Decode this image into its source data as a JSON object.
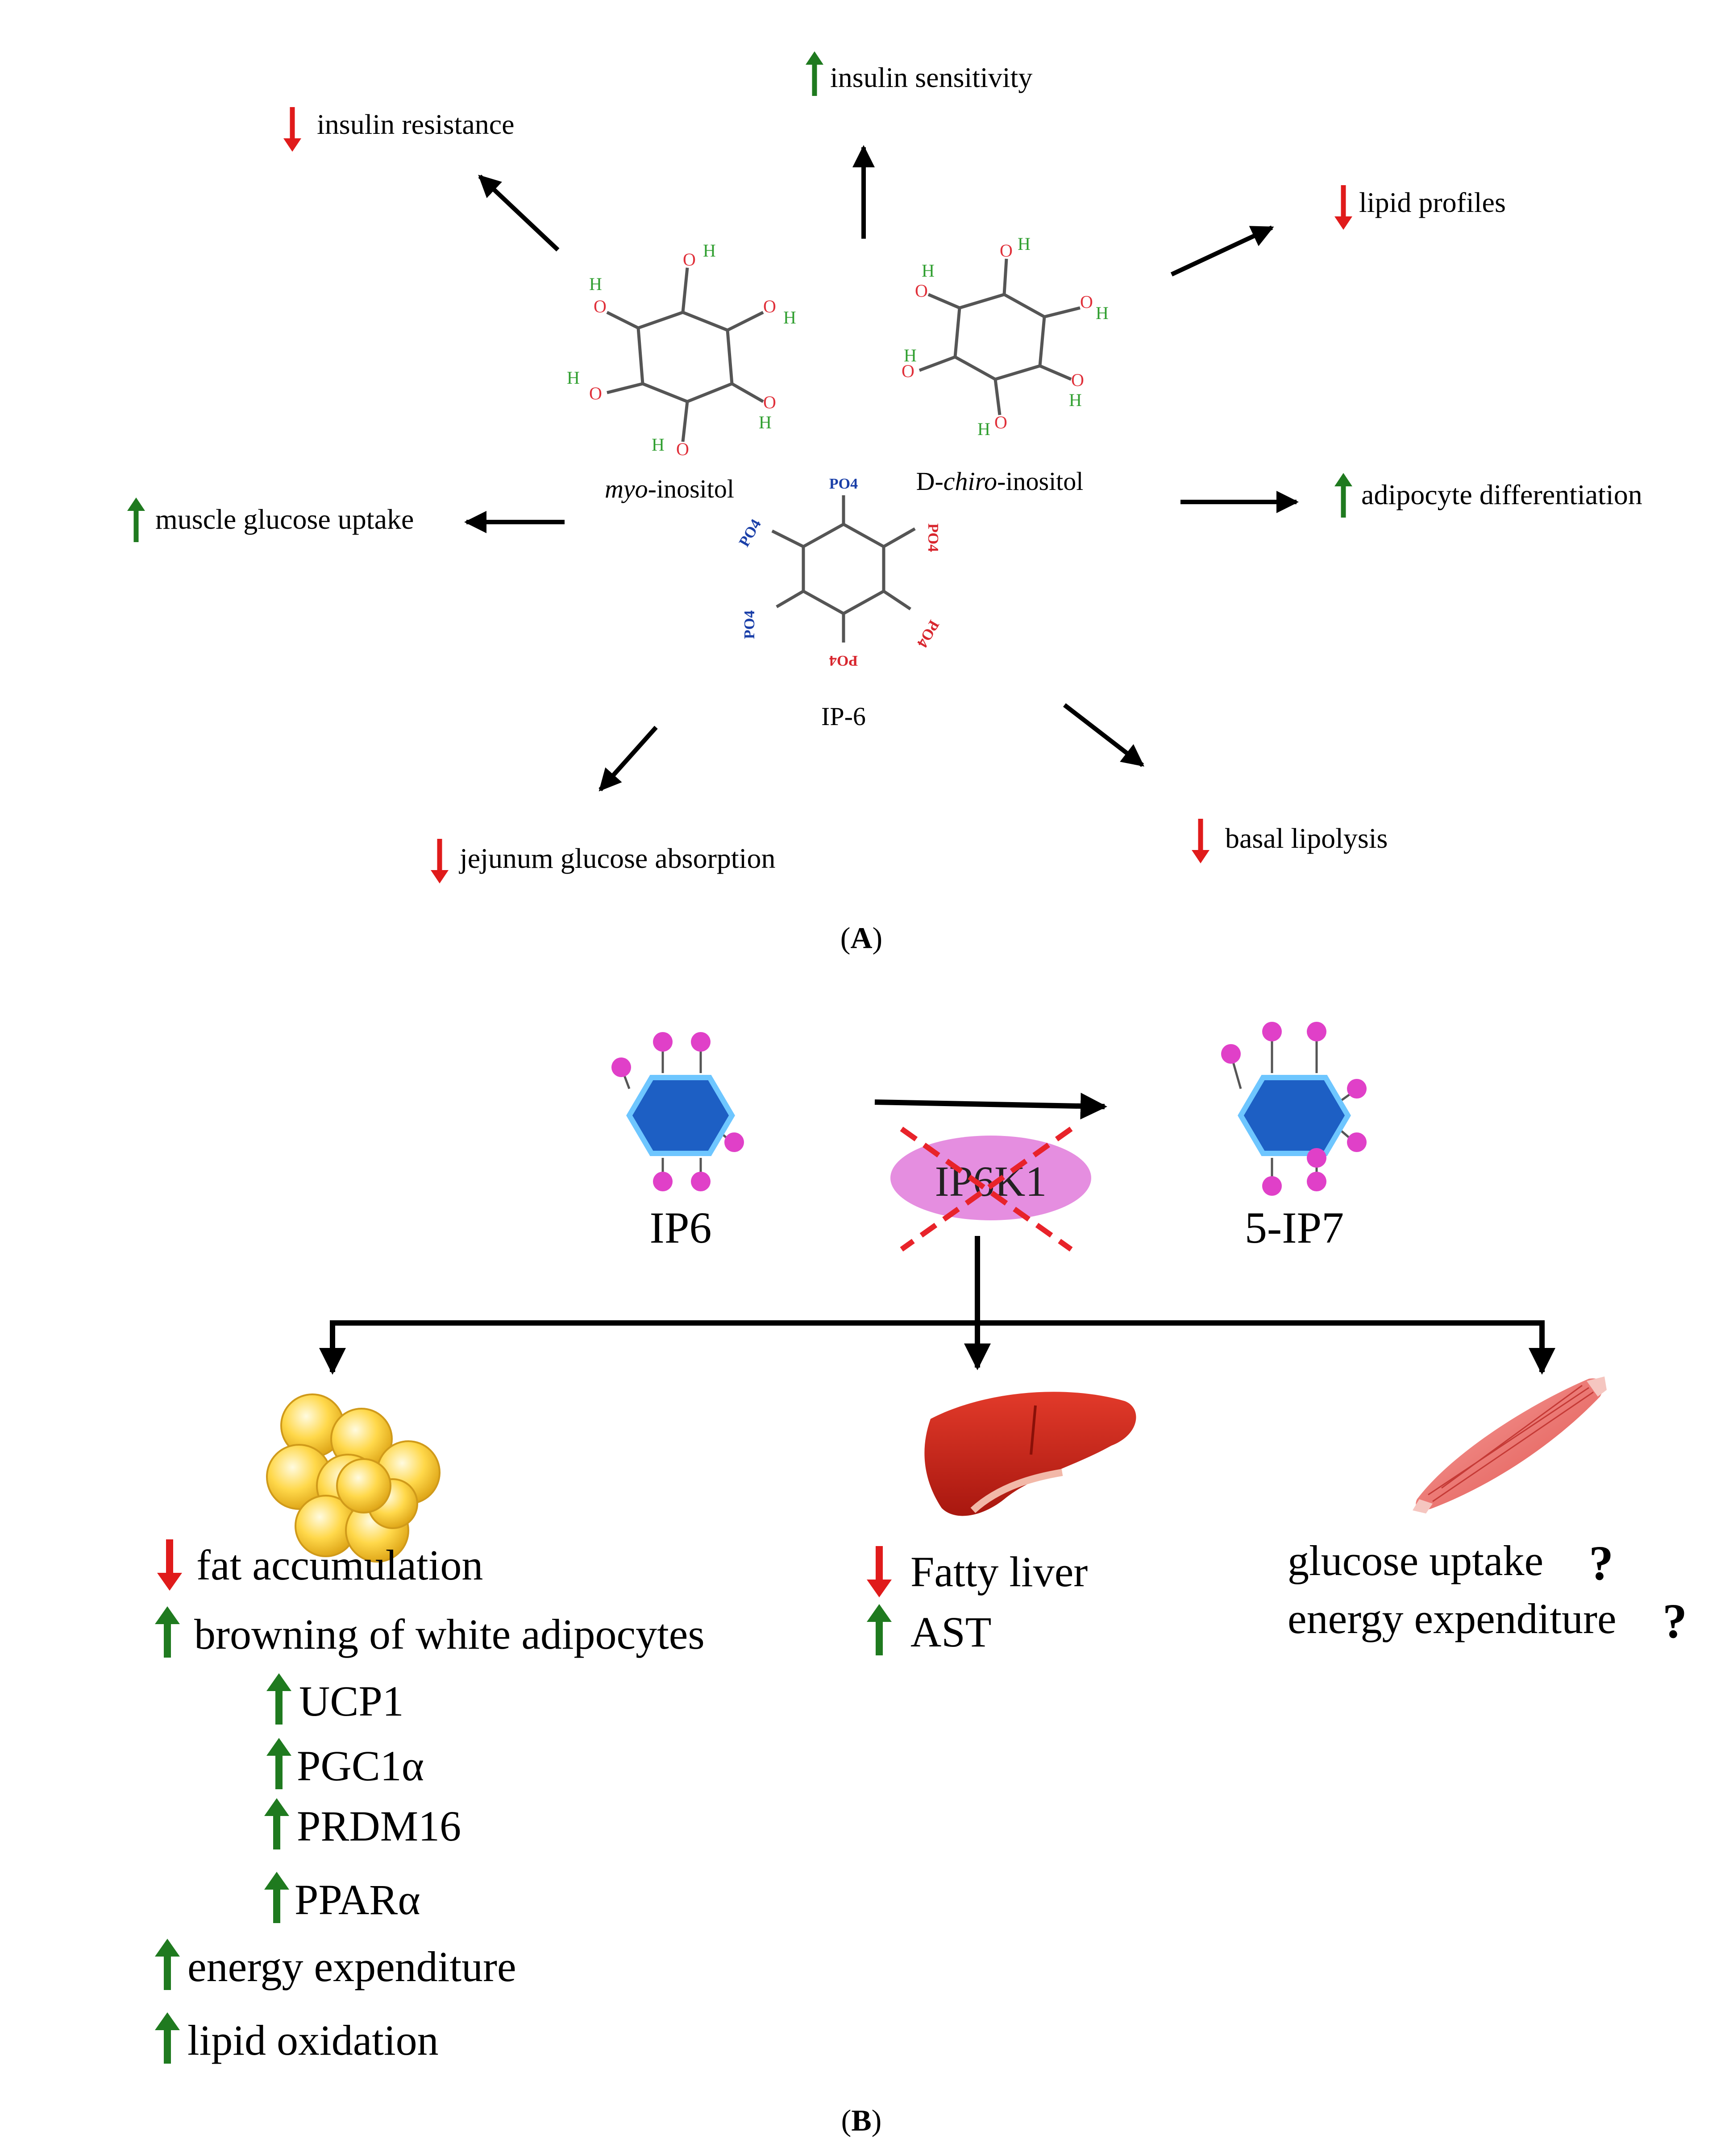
{
  "colors": {
    "up_arrow": "#1f7a1f",
    "down_arrow": "#e01b1b",
    "ring_fill": "#1d5fc4",
    "ring_edge": "#6ec6ff",
    "phosphate": "#e040c8",
    "enzyme": "#e58ee0",
    "cross": "#e8232a",
    "oxygen": "#e0303a",
    "hydrogen": "#2e9e2e",
    "po4_blue": "#1a3fa8",
    "po4_red": "#d8262e"
  },
  "panel_a": {
    "label": "A",
    "molecules": {
      "myo": {
        "prefix": "myo",
        "suffix": "-inositol"
      },
      "chiro": {
        "prefix": "D-",
        "italic": "chiro",
        "suffix": "-inositol"
      },
      "ip6": "IP-6",
      "po4": "PO4",
      "atom_o": "O",
      "atom_h": "H"
    },
    "effects": [
      {
        "direction": "down",
        "text": "insulin resistance"
      },
      {
        "direction": "up",
        "text": "insulin sensitivity"
      },
      {
        "direction": "down",
        "text": "lipid profiles"
      },
      {
        "direction": "up",
        "text": "muscle glucose uptake"
      },
      {
        "direction": "up",
        "text": "adipocyte differentiation"
      },
      {
        "direction": "down",
        "text": "jejunum glucose absorption"
      },
      {
        "direction": "down",
        "text": "basal lipolysis"
      }
    ]
  },
  "panel_b": {
    "label": "B",
    "substrate": "IP6",
    "product": "5-IP7",
    "enzyme": "IP6K1",
    "adipose": {
      "effects": [
        {
          "direction": "down",
          "text": "fat accumulation"
        },
        {
          "direction": "up",
          "text": "browning of white adipocytes"
        },
        {
          "direction": "up",
          "text": "UCP1"
        },
        {
          "direction": "up",
          "text": "PGC1α"
        },
        {
          "direction": "up",
          "text": "PRDM16"
        },
        {
          "direction": "up",
          "text": "PPARα"
        },
        {
          "direction": "up",
          "text": "energy expenditure"
        },
        {
          "direction": "up",
          "text": "lipid oxidation"
        }
      ]
    },
    "liver": {
      "effects": [
        {
          "direction": "down",
          "text": "Fatty liver"
        },
        {
          "direction": "up",
          "text": "AST"
        }
      ]
    },
    "muscle": {
      "effects": [
        {
          "text": "glucose uptake",
          "mark": "?"
        },
        {
          "text": "energy expenditure",
          "mark": "?"
        }
      ]
    }
  }
}
